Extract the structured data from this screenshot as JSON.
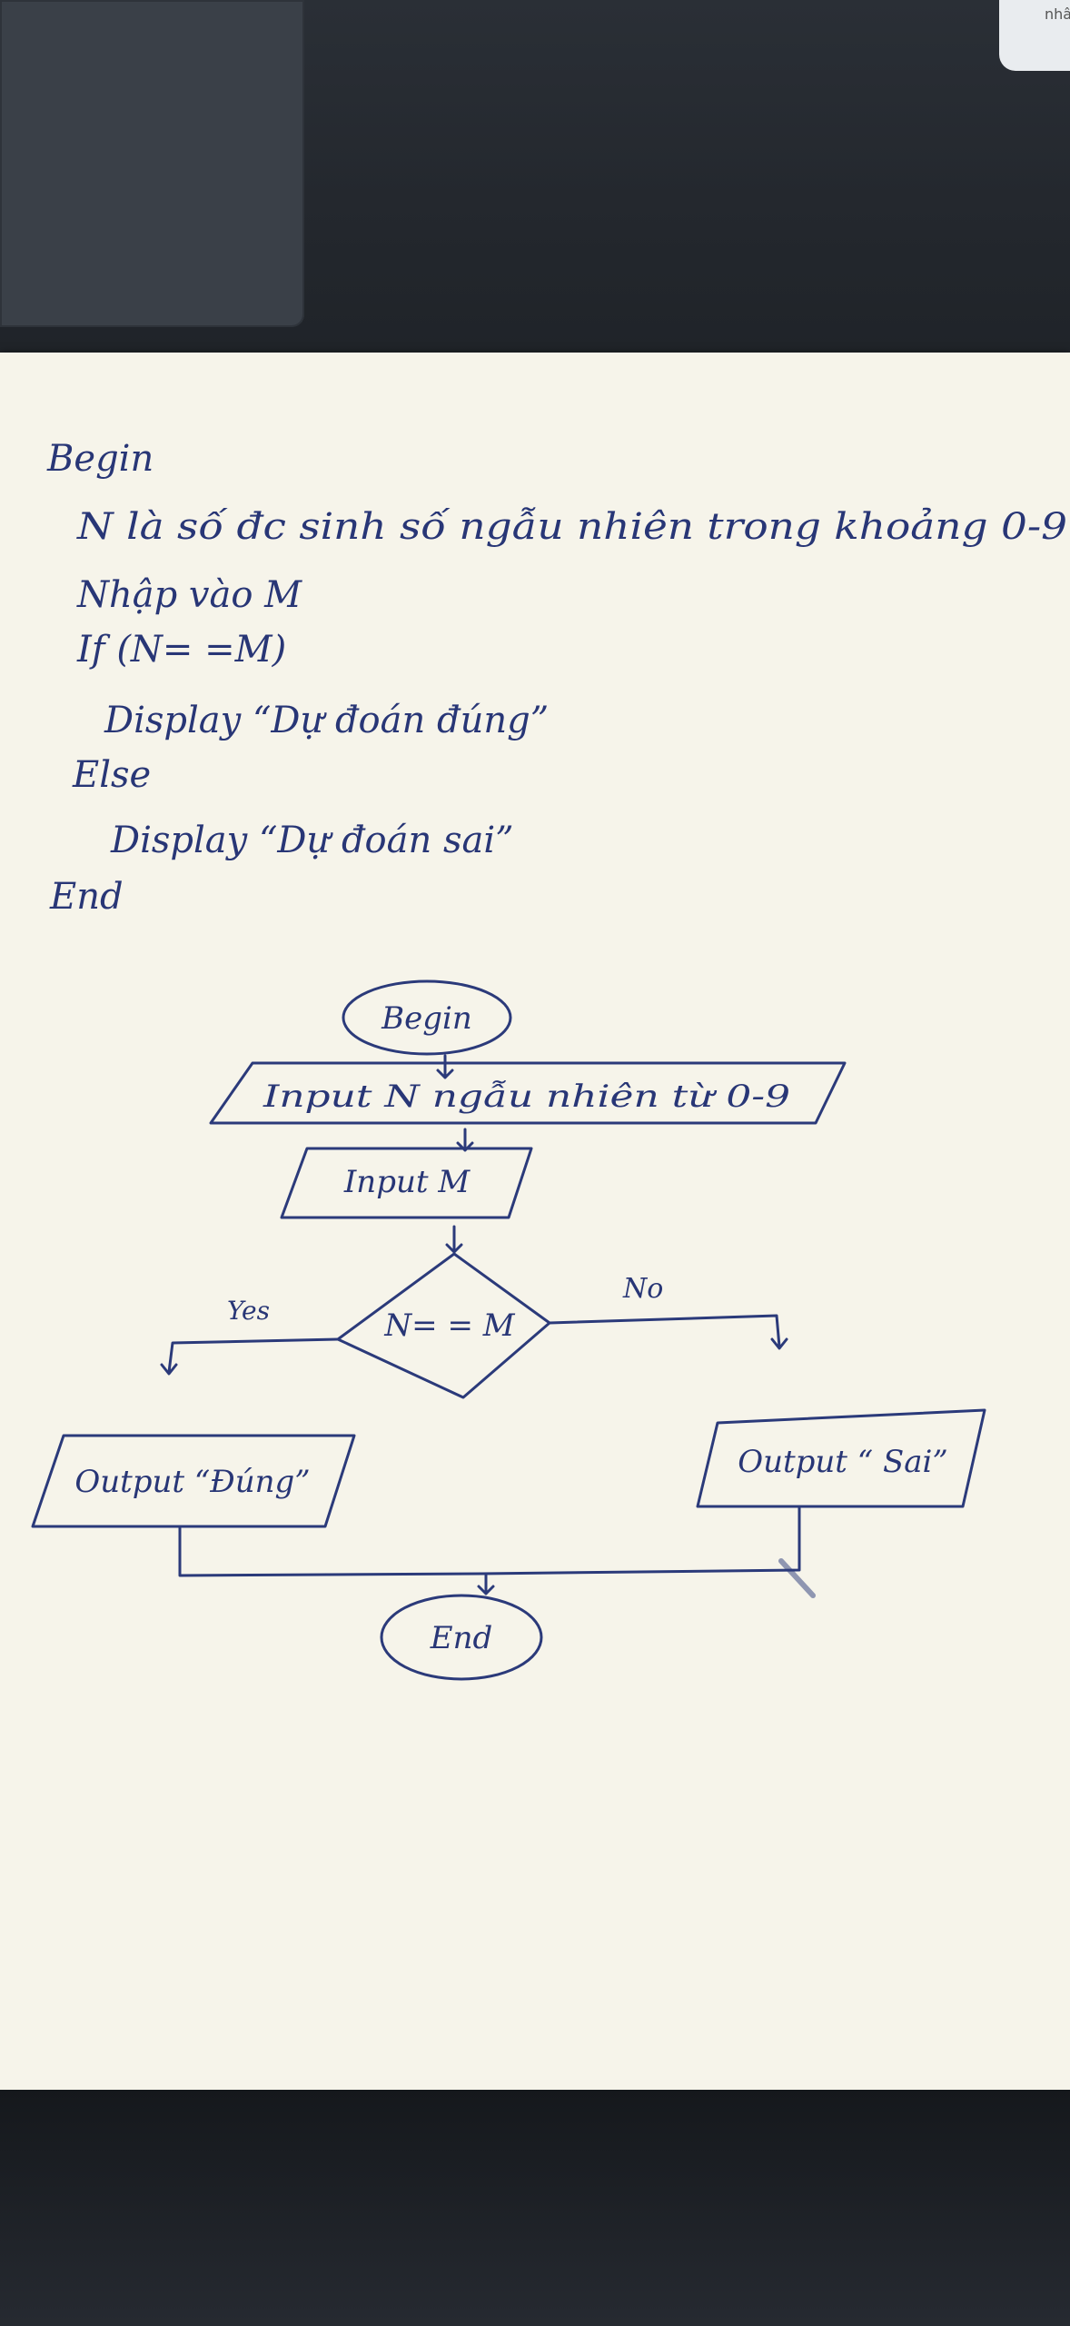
{
  "corner_note": {
    "text": "nhân"
  },
  "pseudocode": {
    "lines": [
      "Begin",
      "N là số đc sinh số ngẫu nhiên trong khoảng 0-9",
      "Nhập vào M",
      "If (N= =M)",
      "Display “Dự đoán đúng”",
      "Else",
      "Display “Dự đoán sai”",
      "End"
    ]
  },
  "flowchart": {
    "begin": "Begin",
    "input_n": "Input N ngẫu nhiên từ 0-9",
    "input_m": "Input M",
    "decision": "N= = M",
    "yes_label": "Yes",
    "no_label": "No",
    "output_true": "Output “Đúng”",
    "output_false": "Output “ Sai”",
    "end": "End"
  }
}
